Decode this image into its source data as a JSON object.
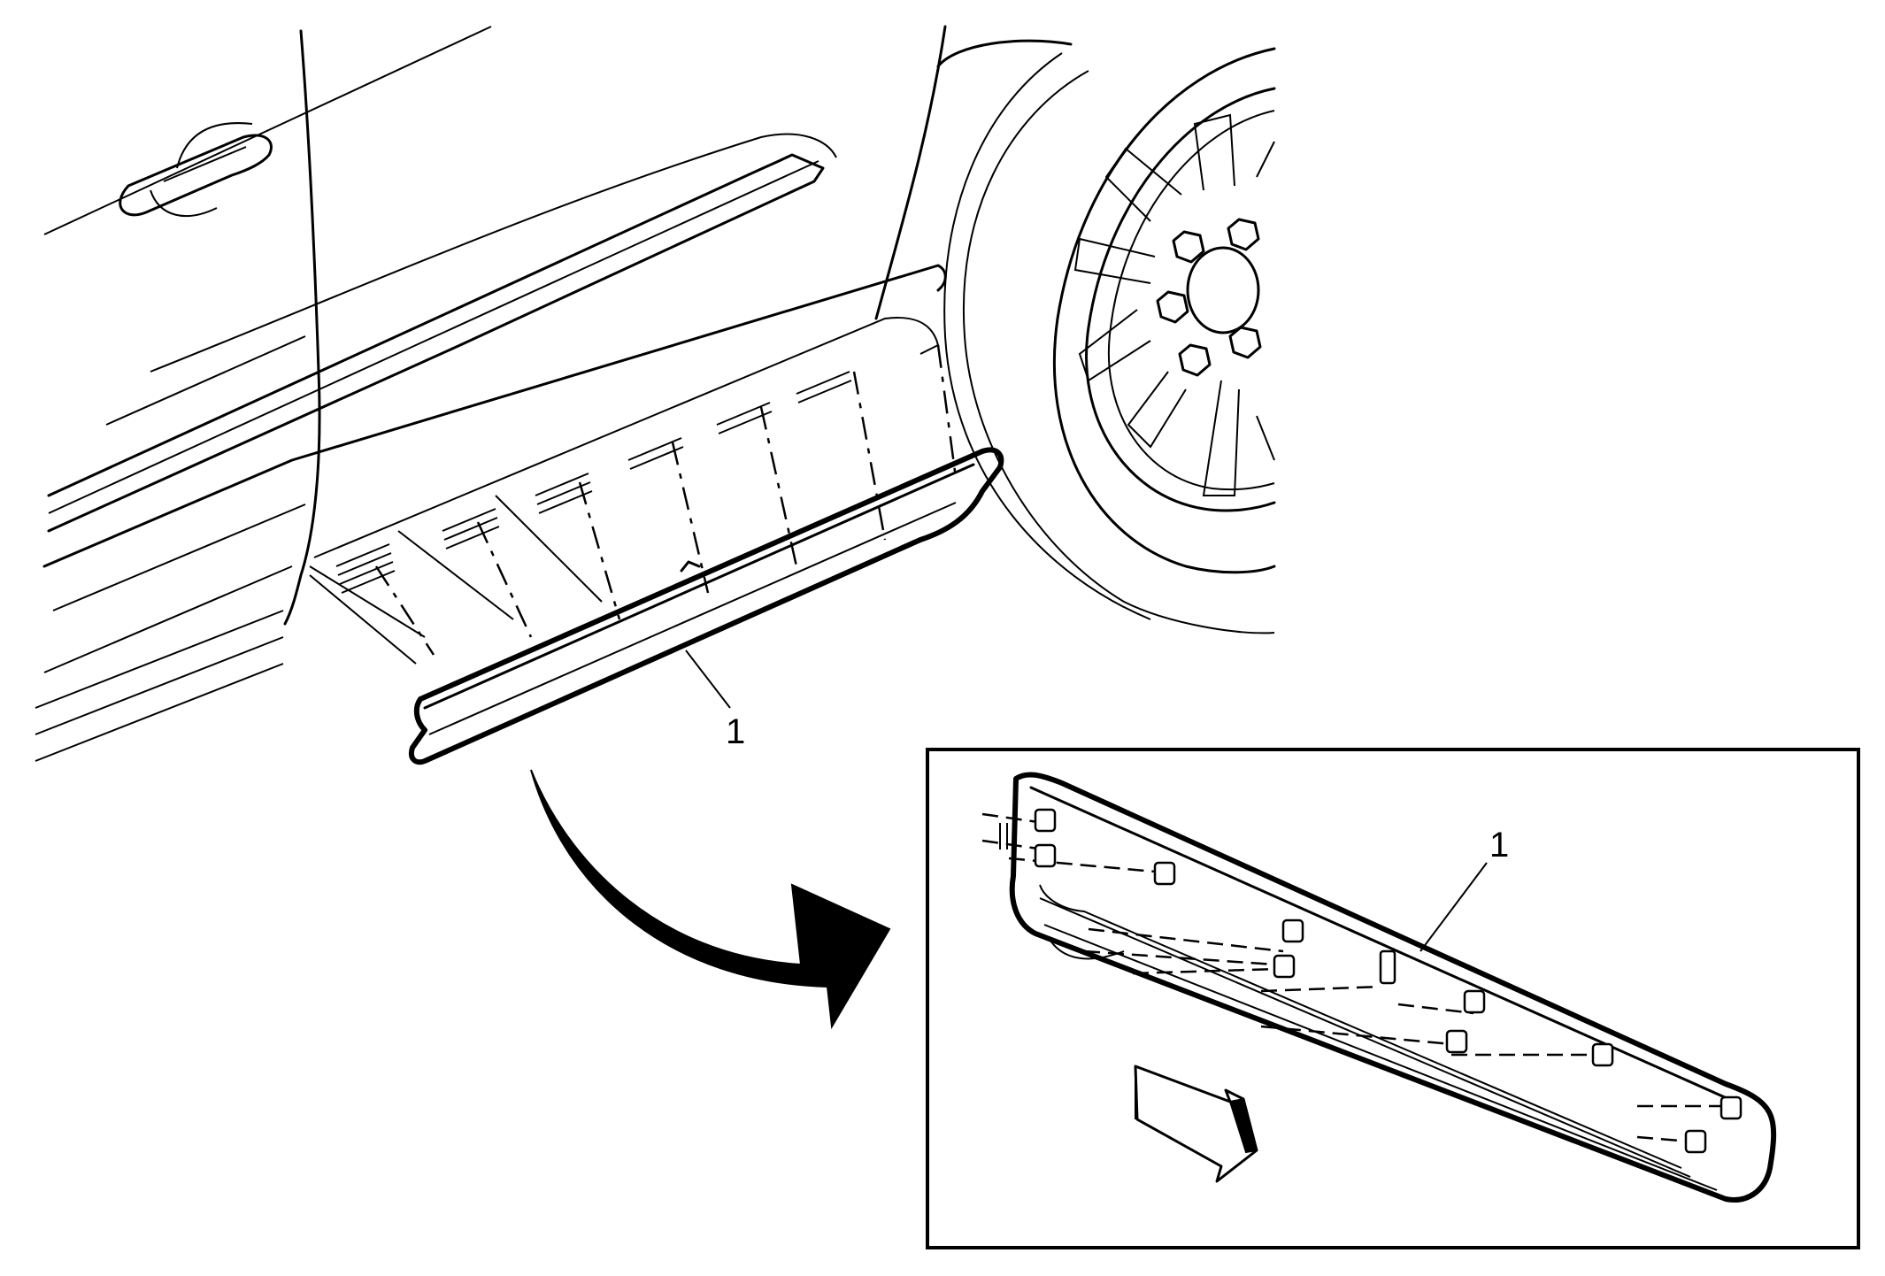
{
  "diagram": {
    "callouts": [
      {
        "id": "molding-main",
        "text": "1"
      },
      {
        "id": "molding-detail",
        "text": "1"
      }
    ],
    "colors": {
      "line": "#000000",
      "background": "#ffffff"
    }
  }
}
